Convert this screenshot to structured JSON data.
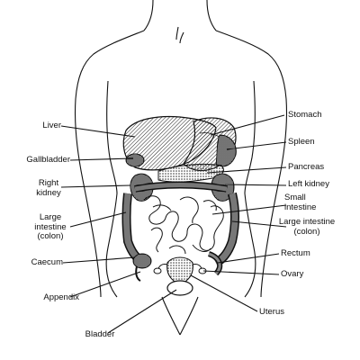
{
  "labels": {
    "liver": "Liver",
    "gallbladder": "Gallbladder",
    "right_kidney_1": "Right",
    "right_kidney_2": "kidney",
    "large_intestine_left_1": "Large",
    "large_intestine_left_2": "intestine",
    "large_intestine_left_3": "(colon)",
    "caecum": "Caecum",
    "appendix": "Appendix",
    "bladder": "Bladder",
    "stomach": "Stomach",
    "spleen": "Spleen",
    "pancreas": "Pancreas",
    "left_kidney": "Left kidney",
    "small_intestine_1": "Small",
    "small_intestine_2": "intestine",
    "large_intestine_right_1": "Large intestine",
    "large_intestine_right_2": "(colon)",
    "rectum": "Rectum",
    "ovary": "Ovary",
    "uterus": "Uterus"
  },
  "colors": {
    "ink": "#111111",
    "shade": "#555555",
    "background": "#ffffff"
  }
}
